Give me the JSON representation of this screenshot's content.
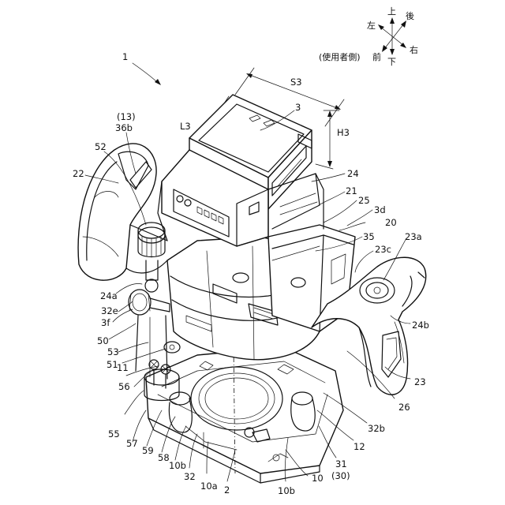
{
  "compass": {
    "up": "上",
    "down": "下",
    "left": "左",
    "right": "右",
    "back": "後",
    "front": "前",
    "user_side": "(使用者側)"
  },
  "dimensions": {
    "s3": "S3",
    "l3": "L3",
    "h3": "H3"
  },
  "labels": {
    "n1": "1",
    "n3": "3",
    "n13": "(13)",
    "n36b": "36b",
    "n52": "52",
    "n22": "22",
    "n24": "24",
    "n21": "21",
    "n25": "25",
    "n3d": "3d",
    "n20": "20",
    "n35": "35",
    "n23a": "23a",
    "n23c": "23c",
    "n24a": "24a",
    "n32e": "32e",
    "n3f": "3f",
    "n50": "50",
    "n53": "53",
    "n51": "51",
    "n11": "11",
    "n56": "56",
    "n55": "55",
    "n57": "57",
    "n59": "59",
    "n58": "58",
    "n10b_l": "10b",
    "n32": "32",
    "n10a": "10a",
    "n2": "2",
    "n10b_r": "10b",
    "n10": "10",
    "n31": "31",
    "n30": "(30)",
    "n12": "12",
    "n32b": "32b",
    "n26": "26",
    "n23": "23",
    "n24b": "24b"
  }
}
